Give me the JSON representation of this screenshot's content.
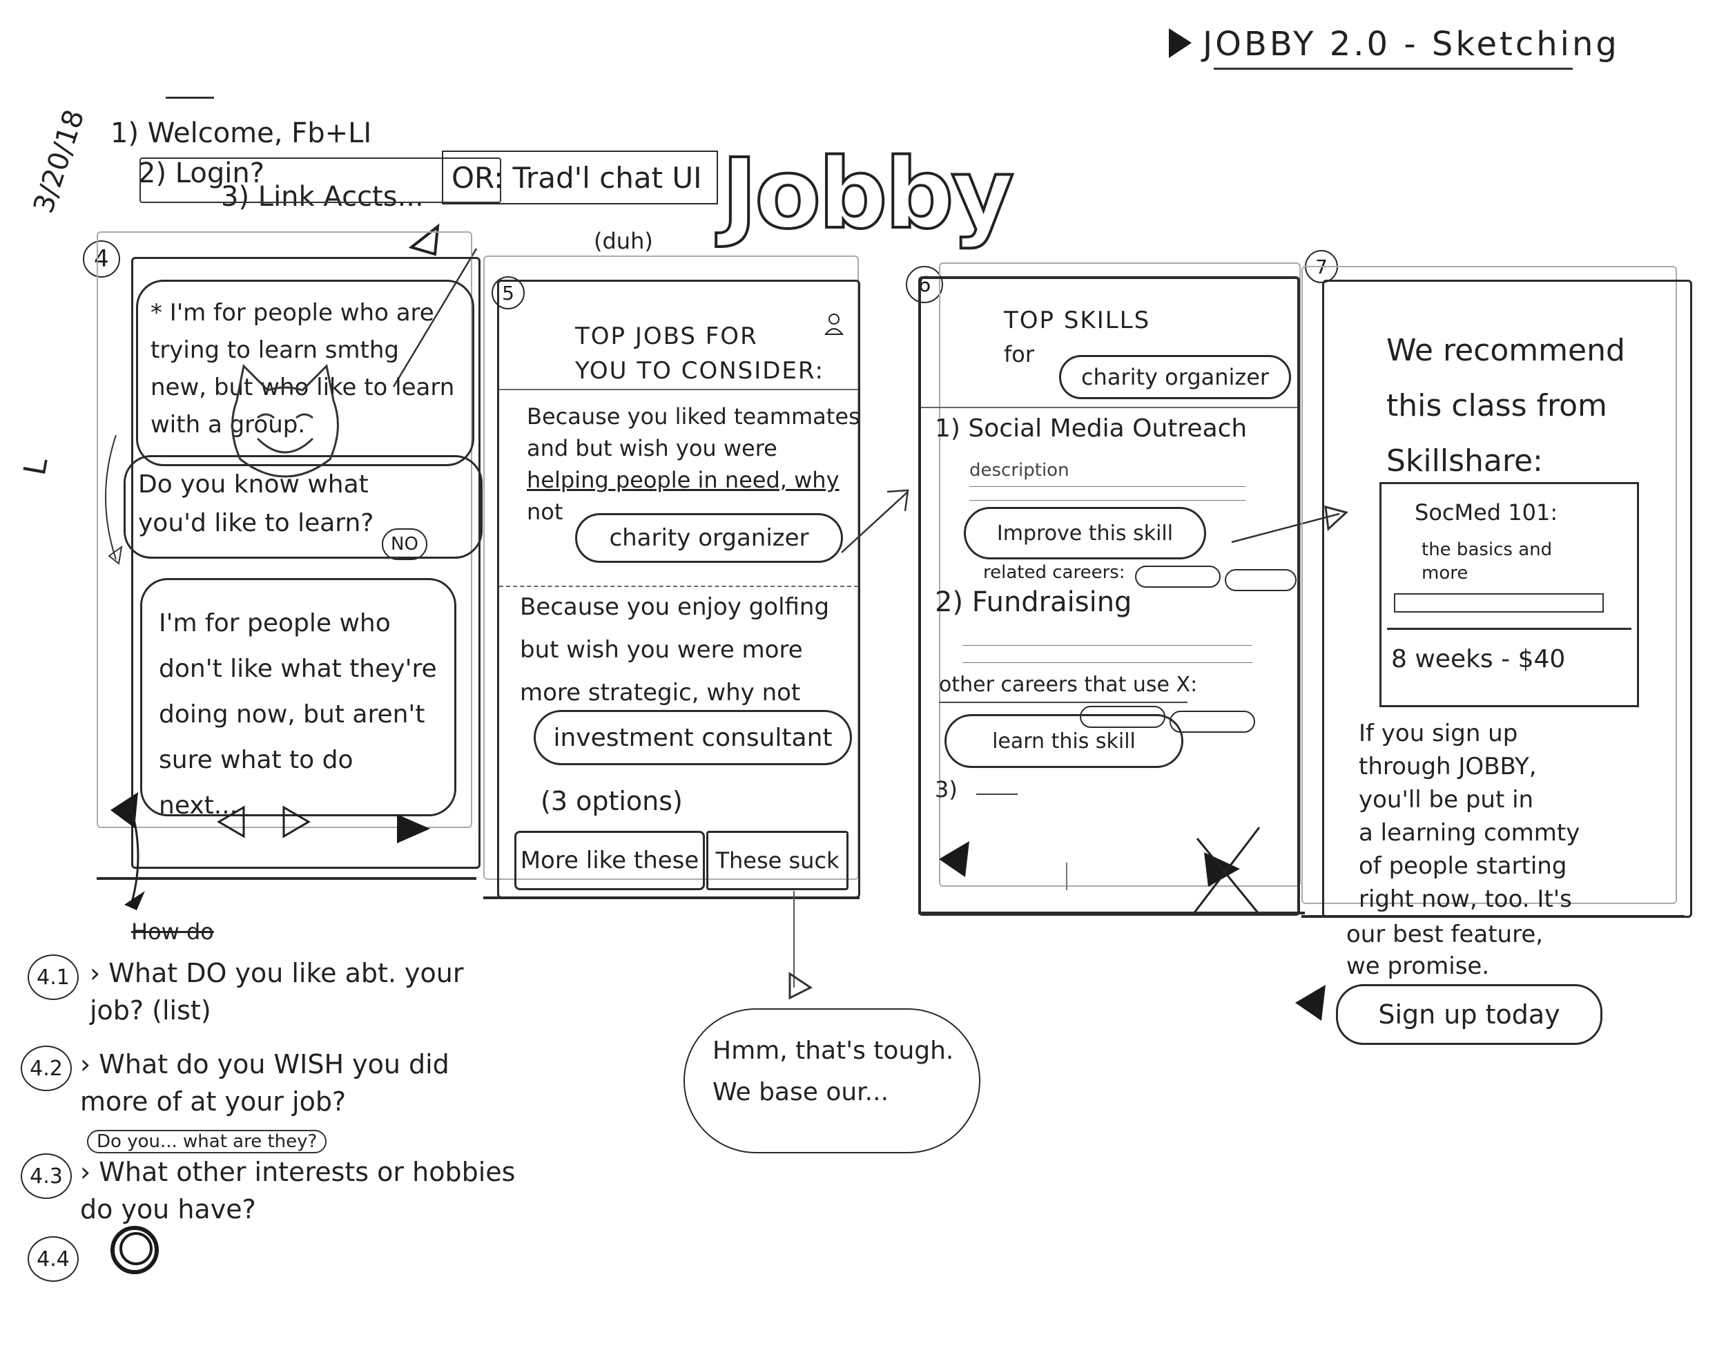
{
  "header": {
    "title": "JOBBY 2.0 - Sketching"
  },
  "date": "3/20/18",
  "logo": {
    "text": "Jobby"
  },
  "left_notes": {
    "n1": "Welcome, Fb+LI",
    "n2": "Login?",
    "n3": "Link Accts...",
    "alt": "OR: Trad'l chat UI",
    "alt_sub": "(duh)",
    "tick": "L"
  },
  "screen4": {
    "num": "4",
    "bubble1": "* I'm for people who are trying to learn smthg new, but who like to learn with a group.",
    "bubble2": "Do you know what you'd like to learn?",
    "no": "NO",
    "bubble3": "I'm for people who don't like what they're doing now, but aren't sure what to do next..."
  },
  "questions": {
    "struck": "How do",
    "q1_num": "4.1",
    "q1": "What DO you like abt. your job? (list)",
    "q2_num": "4.2",
    "q2": "What do you WISH you did more of at your job?",
    "q3_note": "Do you... what are they?",
    "q3_num": "4.3",
    "q3": "What other interests or hobbies do you have?",
    "q4_num": "4.4"
  },
  "screen5": {
    "num": "5",
    "title1": "TOP JOBS FOR",
    "title2": "YOU TO CONSIDER:",
    "p1a": "Because you liked teammates",
    "p1b": "and but wish you were",
    "p1c": "helping people in need, why",
    "p1d": "not",
    "job1": "charity organizer",
    "p2a": "Because you enjoy golfing",
    "p2b": "but wish you were more",
    "p2c": "more strategic, why not",
    "job2": "investment consultant",
    "options": "(3 options)",
    "btn_more": "More like these",
    "btn_suck": "These suck",
    "reply1": "Hmm, that's tough.",
    "reply2": "We base our..."
  },
  "screen6": {
    "num": "6",
    "title1": "TOP SKILLS",
    "title2": "for",
    "career": "charity organizer",
    "s1": "1) Social Media Outreach",
    "s1_desc": "description",
    "s1_btn": "Improve this skill",
    "s1_related": "related careers:",
    "s2": "2) Fundraising",
    "other": "other careers that use X:",
    "learn": "learn this skill",
    "s3": "3)"
  },
  "screen7": {
    "num": "7",
    "h1": "We recommend",
    "h2": "this class from",
    "h3": "Skillshare:",
    "card_title": "SocMed 101:",
    "card_sub1": "the basics and",
    "card_sub2": "more",
    "price": "8 weeks - $40",
    "body1": "If you sign up",
    "body2": "through JOBBY,",
    "body3": "you'll be put in",
    "body4": "a learning commty",
    "body5": "of people starting",
    "body6": "right now, too. It's",
    "body7": "our best feature,",
    "body8": "we promise.",
    "cta": "Sign up today"
  }
}
